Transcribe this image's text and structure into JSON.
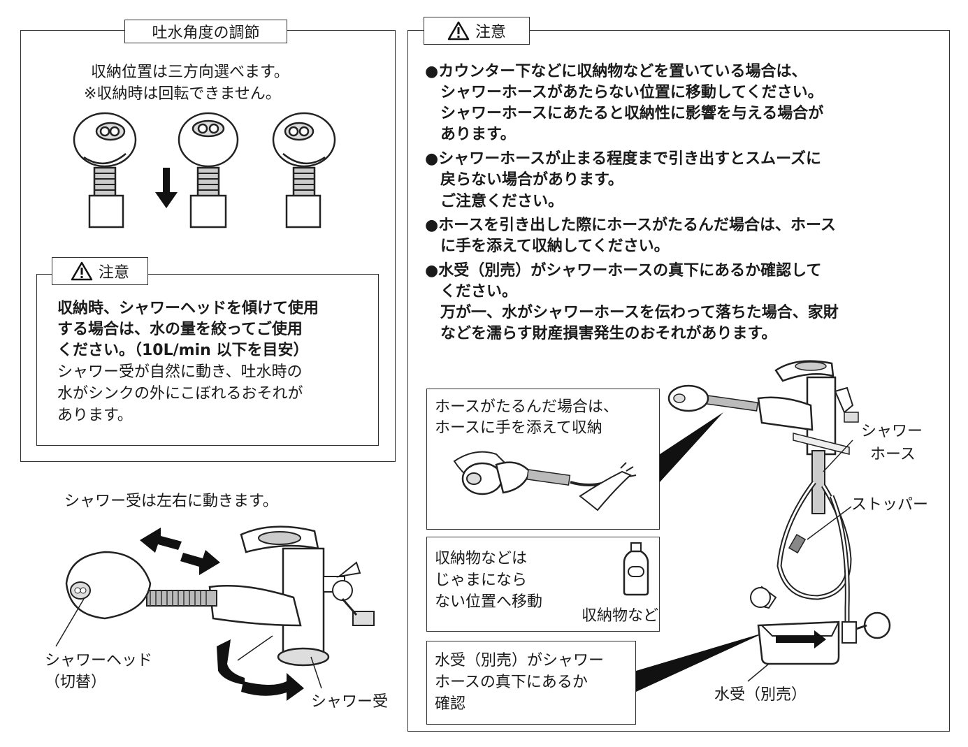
{
  "left_panel": {
    "title": "吐水角度の調節",
    "intro": [
      "収納位置は三方向選べます。",
      "※収納時は回転できません。"
    ],
    "caution_title": "注意",
    "caution_bold": [
      "収納時、シャワーヘッドを傾けて使用",
      "する場合は、水の量を絞ってご使用",
      "ください。（10L/min 以下を目安）"
    ],
    "caution_normal": [
      "シャワー受が自然に動き、吐水時の",
      "水がシンクの外にこぼれるおそれが",
      "あります。"
    ]
  },
  "bottom_left": {
    "heading": "シャワー受は左右に動きます。",
    "label_head": [
      "シャワーヘッド",
      "（切替）"
    ],
    "label_receiver": "シャワー受"
  },
  "right_panel": {
    "caution_title": "注意",
    "bullets": [
      [
        "●カウンター下などに収納物などを置いている場合は、",
        "　シャワーホースがあたらない位置に移動してください。",
        "　シャワーホースにあたると収納性に影響を与える場合が",
        "　あります。"
      ],
      [
        "●シャワーホースが止まる程度まで引き出すとスムーズに",
        "　戻らない場合があります。",
        "　ご注意ください。"
      ],
      [
        "●ホースを引き出した際にホースがたるんだ場合は、ホース",
        "　に手を添えて収納してください。"
      ],
      [
        "●水受（別売）がシャワーホースの真下にあるか確認して",
        "　ください。",
        "　万が一、水がシャワーホースを伝わって落ちた場合、家財",
        "　などを濡らす財産損害発生のおそれがあります。"
      ]
    ],
    "box1": [
      "ホースがたるんだ場合は、",
      "ホースに手を添えて収納"
    ],
    "box2": [
      "収納物などは",
      "じゃまになら",
      "ない位置へ移動"
    ],
    "box2_item": "収納物など",
    "box3": [
      "水受（別売）がシャワー",
      "ホースの真下にあるか",
      "確認"
    ],
    "label_hose": [
      "シャワー",
      "ホース"
    ],
    "label_stopper": "ストッパー",
    "label_tray": "水受（別売）"
  },
  "icons": [
    "warning-icon",
    "arrow-down-icon",
    "double-arrow-icon",
    "rotate-arrow-icon",
    "bottle-icon"
  ]
}
